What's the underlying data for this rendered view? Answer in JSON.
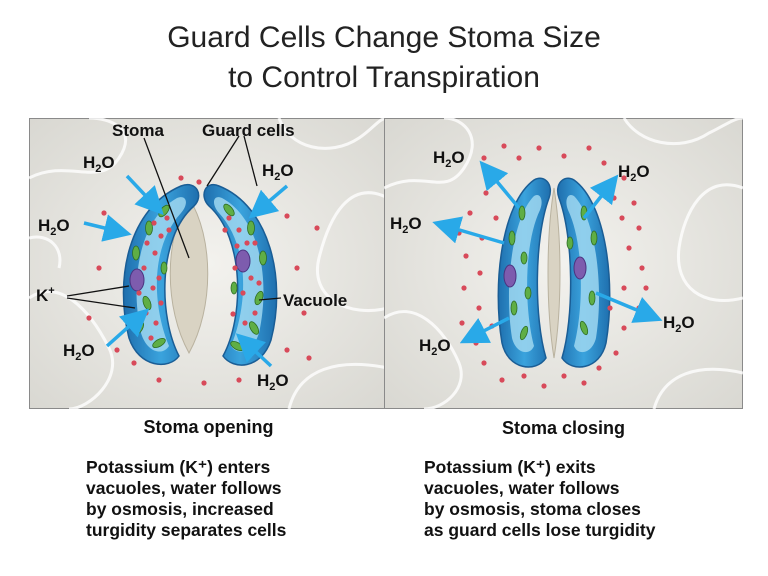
{
  "title": {
    "line1": "Guard Cells Change Stoma Size",
    "line2": "to Control Transpiration"
  },
  "left_panel": {
    "labels": {
      "stoma": "Stoma",
      "guard_cells": "Guard cells",
      "potassium": "K",
      "potassium_sup": "+",
      "vacuole": "Vacuole",
      "water": "H",
      "water_sub": "2",
      "water_o": "O"
    },
    "caption": "Stoma opening",
    "description": [
      "Potassium (K⁺) enters",
      "vacuoles, water follows",
      "by osmosis, increased",
      "turgidity separates cells"
    ]
  },
  "right_panel": {
    "caption": "Stoma closing",
    "description": [
      "Potassium (K⁺) exits",
      "vacuoles, water follows",
      "by osmosis, stoma closes",
      "as guard cells lose turgidity"
    ]
  },
  "colors": {
    "background_cells": "#e2e1dc",
    "guard_cell": "#2f8fd0",
    "guard_cell_inner": "#8fd3ef",
    "ion": "#d84a5a",
    "chloroplast": "#5fae45",
    "nucleus": "#7d5cae",
    "arrow": "#29a9e8"
  }
}
